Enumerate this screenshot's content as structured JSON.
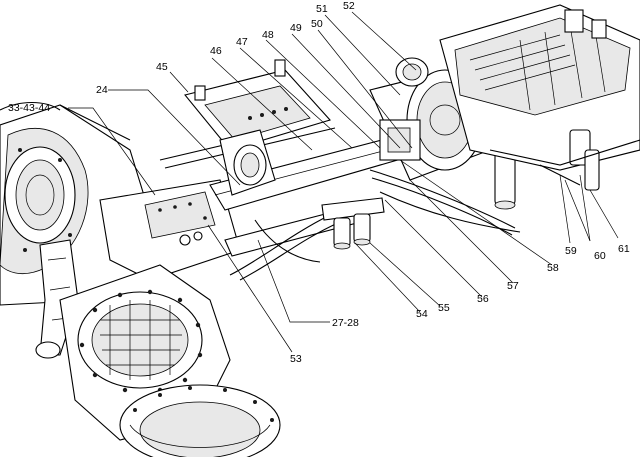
{
  "diagram": {
    "callouts": [
      {
        "id": "c-33-43-44",
        "text": "33-43-44"
      },
      {
        "id": "c-24",
        "text": "24"
      },
      {
        "id": "c-45",
        "text": "45"
      },
      {
        "id": "c-46",
        "text": "46"
      },
      {
        "id": "c-47",
        "text": "47"
      },
      {
        "id": "c-48",
        "text": "48"
      },
      {
        "id": "c-49",
        "text": "49"
      },
      {
        "id": "c-50",
        "text": "50"
      },
      {
        "id": "c-51",
        "text": "51"
      },
      {
        "id": "c-52",
        "text": "52"
      },
      {
        "id": "c-53",
        "text": "53"
      },
      {
        "id": "c-27-28",
        "text": "27-28"
      },
      {
        "id": "c-54",
        "text": "54"
      },
      {
        "id": "c-55",
        "text": "55"
      },
      {
        "id": "c-56",
        "text": "56"
      },
      {
        "id": "c-57",
        "text": "57"
      },
      {
        "id": "c-58",
        "text": "58"
      },
      {
        "id": "c-59",
        "text": "59"
      },
      {
        "id": "c-60",
        "text": "60"
      },
      {
        "id": "c-61",
        "text": "61"
      }
    ]
  }
}
